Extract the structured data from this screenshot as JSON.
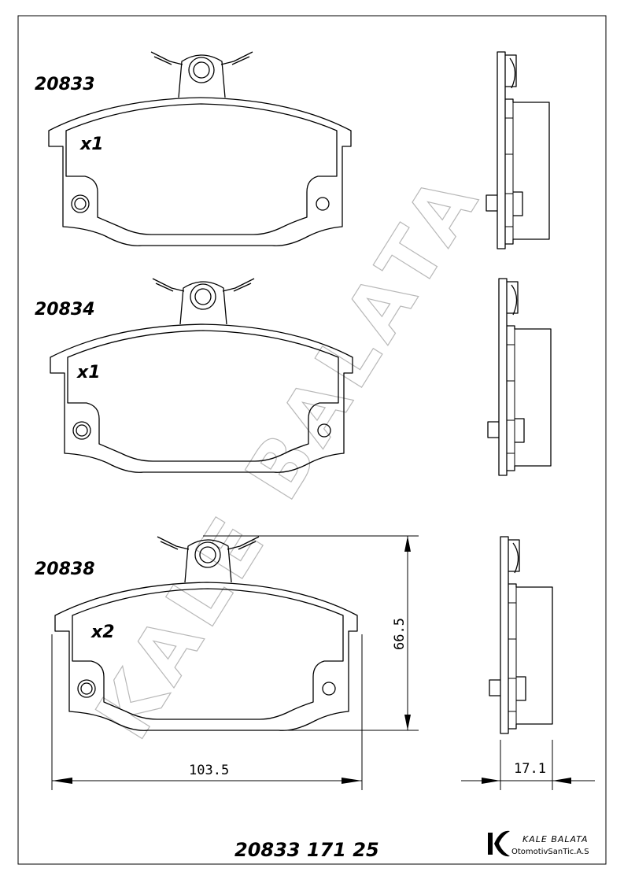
{
  "pads": [
    {
      "part_number": "20833",
      "quantity": "x1"
    },
    {
      "part_number": "20834",
      "quantity": "x1"
    },
    {
      "part_number": "20838",
      "quantity": "x2"
    }
  ],
  "dimensions": {
    "width": "103.5",
    "height": "66.5",
    "thickness": "17.1"
  },
  "product_code": "20833 171 25",
  "watermark": "KALE BALATA",
  "logo": {
    "name": "KALE BALATA",
    "company": "OtomotivSanTic.A.S"
  }
}
